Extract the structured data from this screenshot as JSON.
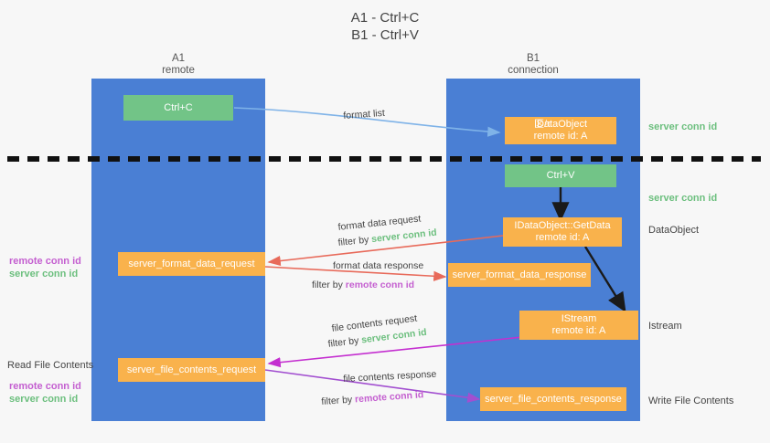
{
  "title": {
    "line1": "A1 - Ctrl+C",
    "line2": "B1 - Ctrl+V"
  },
  "colors": {
    "lane": "#4a7fd4",
    "green_box": "#72c487",
    "orange_box": "#f9b24c",
    "server_conn": "#6cbf7e",
    "remote_conn": "#c45fd0",
    "arrow_blue": "#7fb3e8",
    "arrow_red": "#e86a5a",
    "arrow_magenta": "#c42fd0",
    "arrow_purple": "#a24fd0",
    "arrow_black": "#1a1a1a",
    "background": "#f7f7f7"
  },
  "lanes": [
    {
      "id": "a1",
      "title": "A1",
      "subtitle": "remote"
    },
    {
      "id": "b1",
      "title": "B1",
      "subtitle": "connection"
    }
  ],
  "boxes": [
    {
      "id": "ctrl-c",
      "label": "Ctrl+C",
      "sub": "",
      "color": "green"
    },
    {
      "id": "ole-idataobject",
      "label": "IDataObject",
      "sub": "remote id: A",
      "color": "orange",
      "overlay": "区/τ"
    },
    {
      "id": "ctrl-v",
      "label": "Ctrl+V",
      "sub": "",
      "color": "green"
    },
    {
      "id": "idataobject-getdata",
      "label": "IDataObject::GetData",
      "sub": "remote id: A",
      "color": "orange"
    },
    {
      "id": "server-format-data-request",
      "label": "server_format_data_request",
      "sub": "",
      "color": "orange"
    },
    {
      "id": "server-format-data-response",
      "label": "server_format_data_response",
      "sub": "",
      "color": "orange"
    },
    {
      "id": "istream",
      "label": "IStream",
      "sub": "remote id: A",
      "color": "orange"
    },
    {
      "id": "server-file-contents-request",
      "label": "server_file_contents_request",
      "sub": "",
      "color": "orange"
    },
    {
      "id": "server-file-contents-response",
      "label": "server_file_contents_response",
      "sub": "",
      "color": "orange"
    }
  ],
  "right_labels": [
    {
      "id": "server-conn-id-1",
      "text": "server conn id",
      "style": "green"
    },
    {
      "id": "server-conn-id-2",
      "text": "server conn id",
      "style": "green"
    },
    {
      "id": "dataobject",
      "text": "DataObject",
      "style": "plain"
    },
    {
      "id": "istream",
      "text": "Istream",
      "style": "plain"
    },
    {
      "id": "write-file-contents",
      "text": "Write File Contents",
      "style": "plain"
    }
  ],
  "left_labels": {
    "conn_pair_1": {
      "remote": "remote conn id",
      "server": "server conn id"
    },
    "read_file_contents": "Read File Contents",
    "conn_pair_2": {
      "remote": "remote conn id",
      "server": "server conn id"
    }
  },
  "flow_labels": [
    {
      "id": "format-list",
      "text": "format list",
      "filter_prefix": "",
      "filter_value": "",
      "filter_kind": ""
    },
    {
      "id": "format-data-request",
      "text": "format data request",
      "filter_prefix": "filter by ",
      "filter_value": "server conn id",
      "filter_kind": "server"
    },
    {
      "id": "format-data-response",
      "text": "format data response",
      "filter_prefix": "filter by ",
      "filter_value": "remote conn id",
      "filter_kind": "remote"
    },
    {
      "id": "file-contents-request",
      "text": "file contents request",
      "filter_prefix": "filter by ",
      "filter_value": "server conn id",
      "filter_kind": "server"
    },
    {
      "id": "file-contents-response",
      "text": "file contents response",
      "filter_prefix": "filter by ",
      "filter_value": "remote conn id",
      "filter_kind": "remote"
    }
  ]
}
